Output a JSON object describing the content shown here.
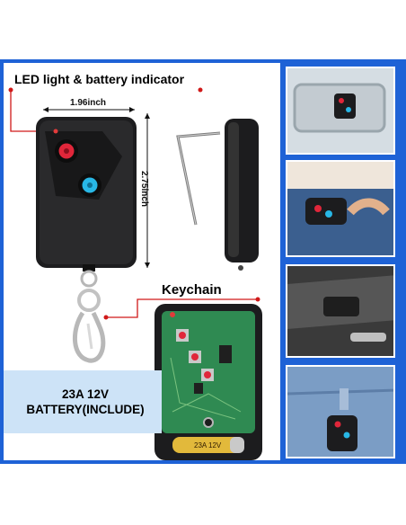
{
  "labels": {
    "led_indicator": "LED light & battery indicator",
    "width_dimension": "1.96inch",
    "height_dimension": "2.75inch",
    "keychain": "Keychain",
    "battery_line1": "23A 12V",
    "battery_line2": "BATTERY(INCLUDE)",
    "battery_print": "23A 12V"
  },
  "colors": {
    "frame_blue": "#1e62d6",
    "callout_red": "#d01919",
    "button_red": "#e0263a",
    "button_blue": "#28b7e6",
    "pcb_green": "#2f8a52",
    "battery_panel": "#cde3f7"
  },
  "thumbnails": [
    {
      "id": "sun-visor",
      "description_icon": "car-visor-icon"
    },
    {
      "id": "pocket",
      "description_icon": "pocket-icon"
    },
    {
      "id": "car-ceiling",
      "description_icon": "car-ceiling-icon"
    },
    {
      "id": "belt-loop",
      "description_icon": "belt-loop-icon"
    }
  ]
}
